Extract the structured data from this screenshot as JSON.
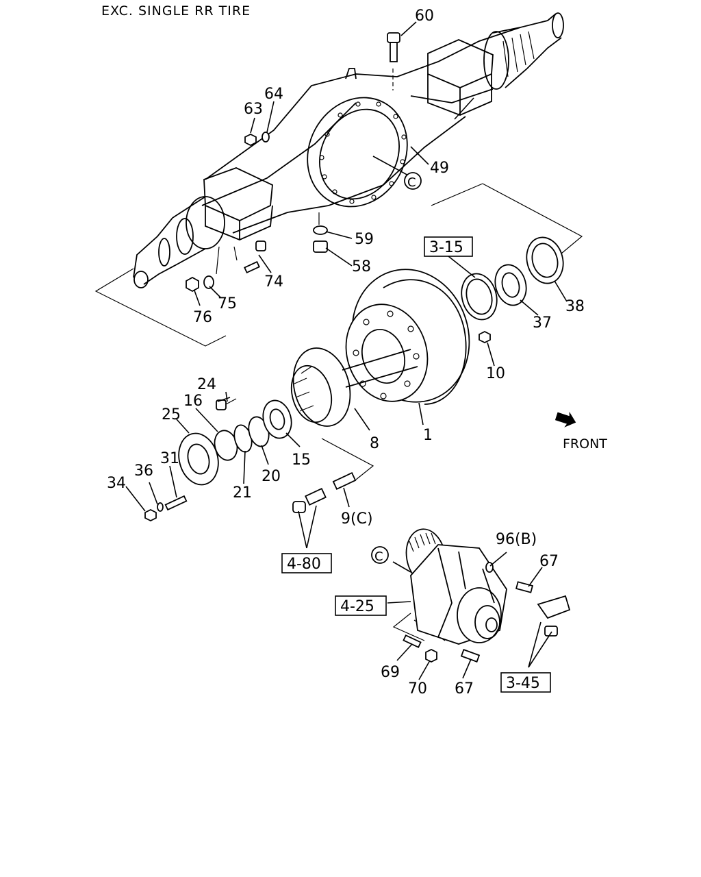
{
  "title": "EXC. SINGLE RR TIRE",
  "front_label": "FRONT",
  "ref_boxes": {
    "b315": "3-15",
    "b480": "4-80",
    "b425": "4-25",
    "b345": "3-45"
  },
  "circle_refs": {
    "c1": "C",
    "c2": "C"
  },
  "callouts": {
    "n60": "60",
    "n64": "64",
    "n63": "63",
    "n49": "49",
    "n59": "59",
    "n58": "58",
    "n74": "74",
    "n75": "75",
    "n76": "76",
    "n38": "38",
    "n37": "37",
    "n10": "10",
    "n24": "24",
    "n16": "16",
    "n25": "25",
    "n31": "31",
    "n36": "36",
    "n34": "34",
    "n21": "21",
    "n20": "20",
    "n15": "15",
    "n8": "8",
    "n1": "1",
    "n9c": "9(C)",
    "n96b": "96(B)",
    "n67a": "67",
    "n67b": "67",
    "n69": "69",
    "n70": "70"
  }
}
